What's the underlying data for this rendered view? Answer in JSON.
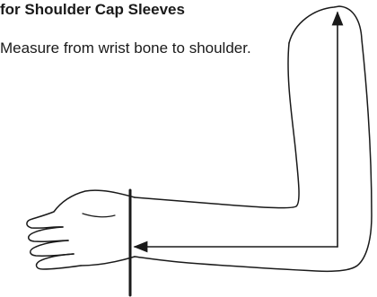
{
  "heading": "for Shoulder Cap Sleeves",
  "instruction": "Measure from wrist bone to shoulder.",
  "diagram": {
    "subject": "arm-outline",
    "line_color": "#1a1a1a",
    "arrow_color": "#1a1a1a"
  }
}
